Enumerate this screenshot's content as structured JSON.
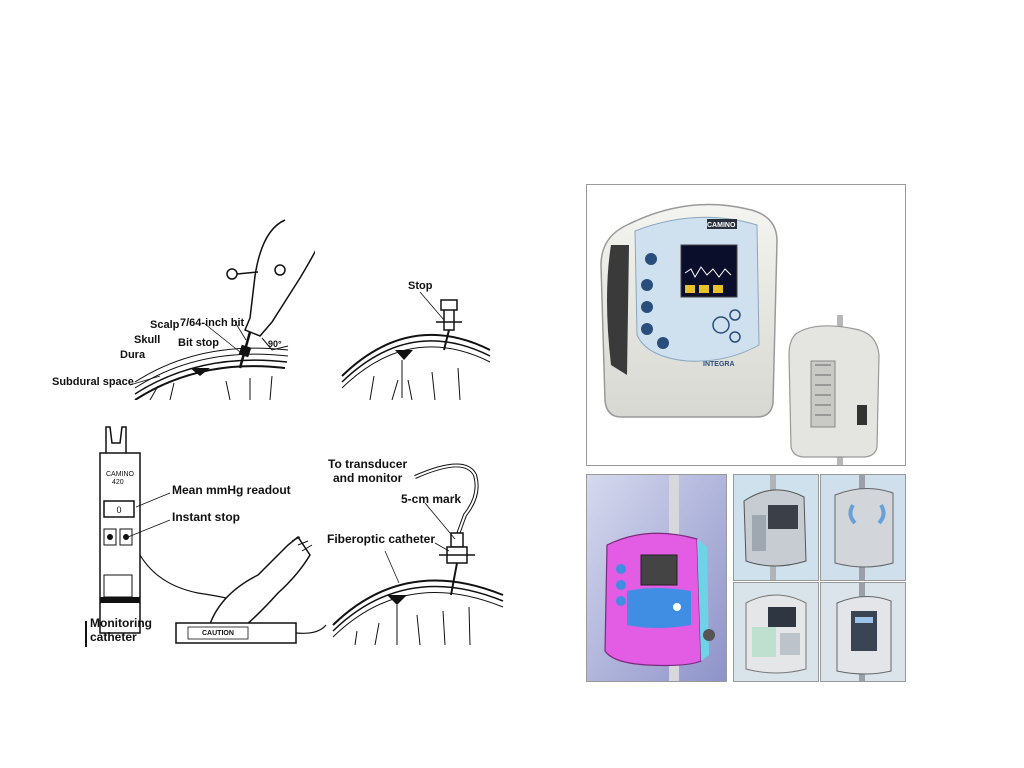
{
  "figure": {
    "labels": {
      "scalp": "Scalp",
      "skull": "Skull",
      "dura": "Dura",
      "subdural_space": "Subdural space",
      "bit": "7/64-inch bit",
      "bit_stop": "Bit stop",
      "angle": "90°",
      "stop": "Stop",
      "mean_readout": "Mean mmHg readout",
      "instant_stop": "Instant stop",
      "monitoring_catheter_1": "Monitoring",
      "monitoring_catheter_2": "catheter",
      "to_transducer_1": "To transducer",
      "to_transducer_2": "and monitor",
      "five_cm_mark": "5-cm mark",
      "fiberoptic_catheter": "Fiberoptic catheter",
      "device_brand": "CAMINO",
      "device_model_1": "CAMINO",
      "device_model_2": "420",
      "caution": "CAUTION",
      "integra": "INTEGRA"
    }
  }
}
